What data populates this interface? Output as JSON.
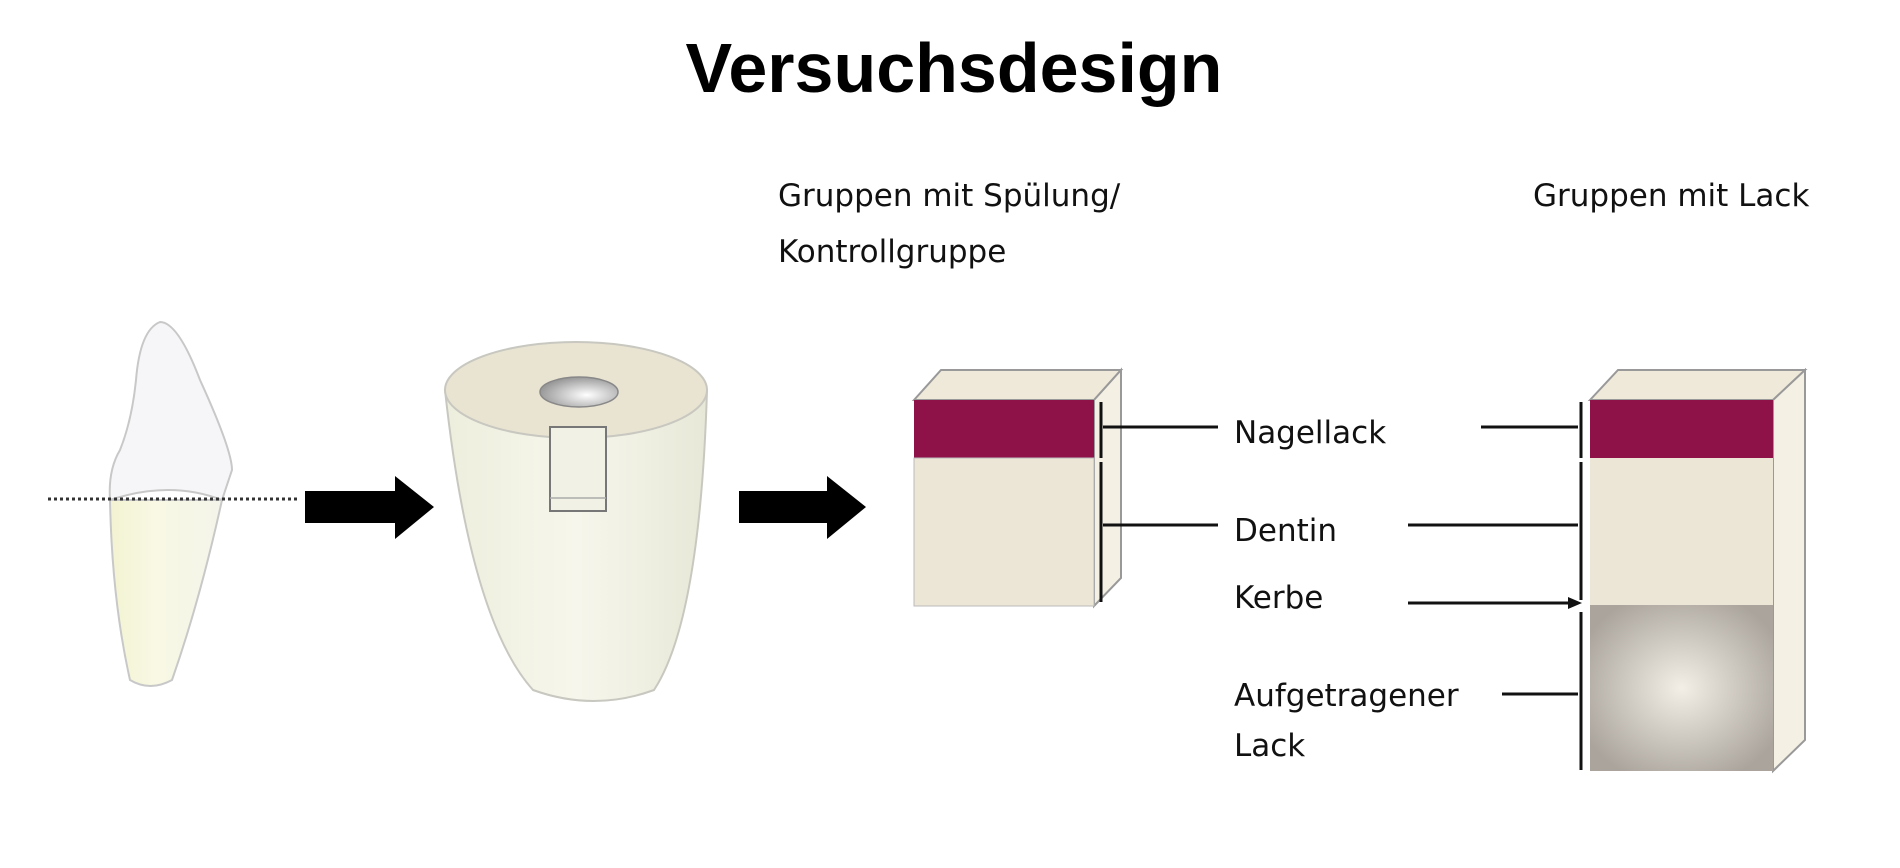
{
  "title": "Versuchsdesign",
  "groups": {
    "rinse_line1": "Gruppen mit Spülung/",
    "rinse_line2": "Kontrollgruppe",
    "varnish": "Gruppen mit Lack"
  },
  "labels": {
    "nail_polish": "Nagellack",
    "dentin": "Dentin",
    "notch": "Kerbe",
    "applied_varnish_line1": "Aufgetragener",
    "applied_varnish_line2": "Lack"
  },
  "colors": {
    "nail_polish": "#8e1248",
    "dentin": "#ece6d6",
    "varnish": "#b4aea6",
    "arrow": "#000000"
  }
}
